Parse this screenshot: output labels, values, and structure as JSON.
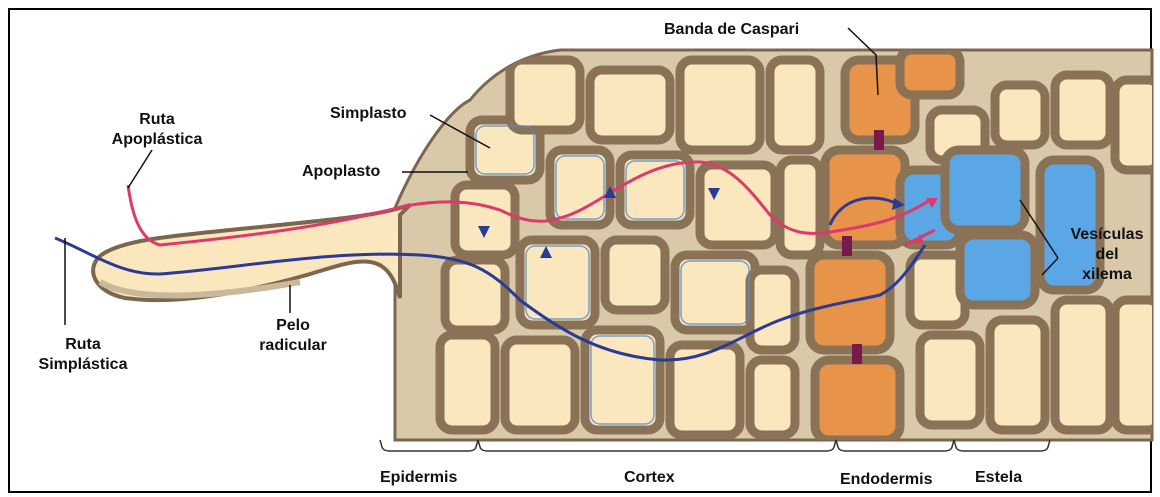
{
  "labels": {
    "ruta_apoplastica": [
      "Ruta",
      "Apoplástica"
    ],
    "simplasto": "Simplasto",
    "apoplasto": "Apoplasto",
    "ruta_simplastica": [
      "Ruta",
      "Simplástica"
    ],
    "pelo_radicular": [
      "Pelo",
      "radicular"
    ],
    "banda_caspari": "Banda de Caspari",
    "vesiculas": [
      "Vesículas",
      "del",
      "xilema"
    ],
    "regions": {
      "epidermis": "Epidermis",
      "cortex": "Cortex",
      "endodermis": "Endodermis",
      "estela": "Estela"
    }
  },
  "colors": {
    "cell_wall": "#9b8468",
    "cell_fill": "#fbe7bd",
    "endodermis_fill": "#e8934a",
    "xylem_fill": "#5ba7e6",
    "apoplastic_path": "#dd3a6b",
    "symplastic_path": "#2b3a94",
    "casparian_band": "#7a1a4a"
  }
}
